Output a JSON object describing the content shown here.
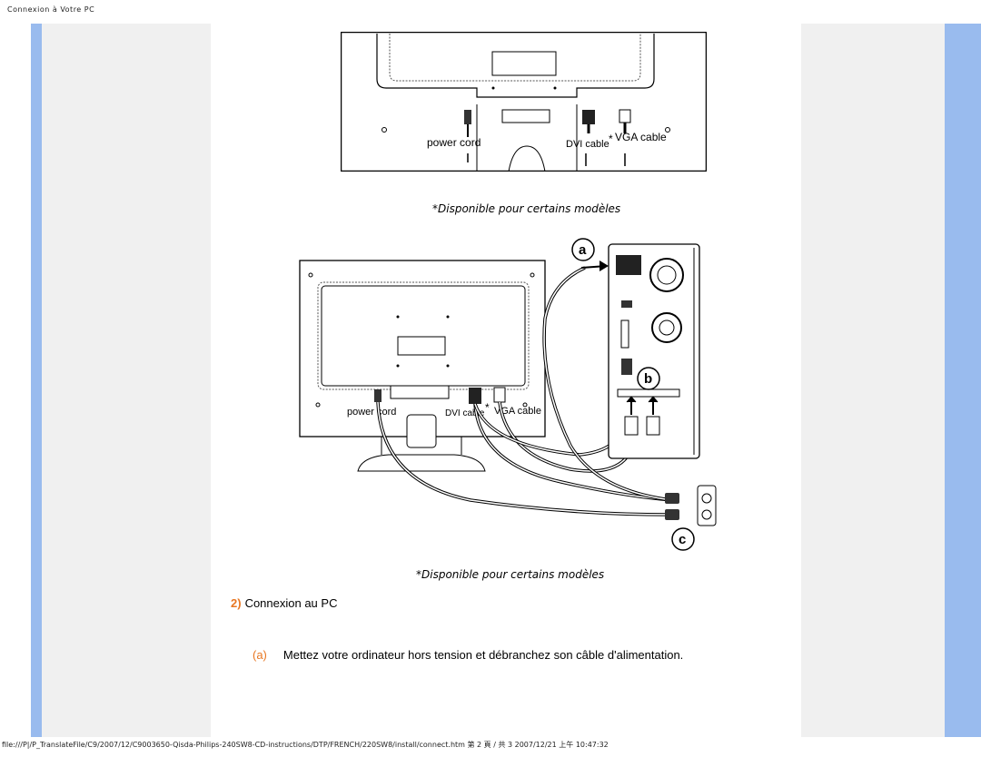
{
  "header": {
    "title": "Connexion à Votre PC"
  },
  "figure1": {
    "labels": {
      "power": "power cord",
      "dvi": "DVI cable",
      "star": "*",
      "vga": "VGA cable"
    },
    "caption": "*Disponible pour certains modèles"
  },
  "figure2": {
    "labels": {
      "power": "power cord",
      "dvi": "DVI cable",
      "star": "*",
      "vga": "VGA cable",
      "a": "a",
      "b": "b",
      "c": "c"
    },
    "caption": "*Disponible pour certains modèles"
  },
  "step": {
    "number": "2)",
    "title": "Connexion au PC"
  },
  "substep": {
    "label": "(a)",
    "text": "Mettez votre ordinateur hors tension et débranchez son câble d'alimentation."
  },
  "footer": {
    "path": "file:///P|/P_TranslateFile/C9/2007/12/C9003650-Qisda-Philips-240SW8-CD-instructions/DTP/FRENCH/220SW8/install/connect.htm 第 2 頁 / 共 3 2007/12/21 上午 10:47:32"
  },
  "colors": {
    "sidebar_blue": "#99bbee",
    "sidebar_gray": "#f0f0f0",
    "accent": "#e87722"
  }
}
